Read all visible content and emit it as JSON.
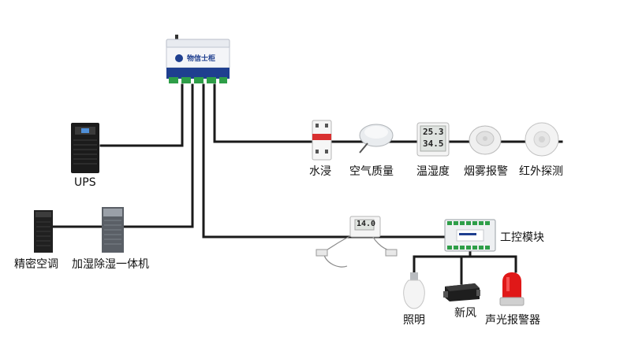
{
  "hub": {
    "brand": "物信士柜"
  },
  "labels": {
    "ups": "UPS",
    "ac": "精密空调",
    "humidifier": "加湿除湿一体机",
    "water": "水浸",
    "air": "空气质量",
    "temp": "温湿度",
    "smoke": "烟雾报警",
    "infrared": "红外探测",
    "control": "工控模块",
    "lighting": "照明",
    "fan": "新风",
    "alarm": "声光报警器"
  },
  "displays": {
    "temp_line1": "25.3",
    "temp_line2": "34.5",
    "meter": "14.0"
  },
  "colors": {
    "wire": "#1a1a1a",
    "hub_blue": "#1f3f8f",
    "terminal_green": "#2e9e48",
    "alarm_red": "#e01818"
  }
}
